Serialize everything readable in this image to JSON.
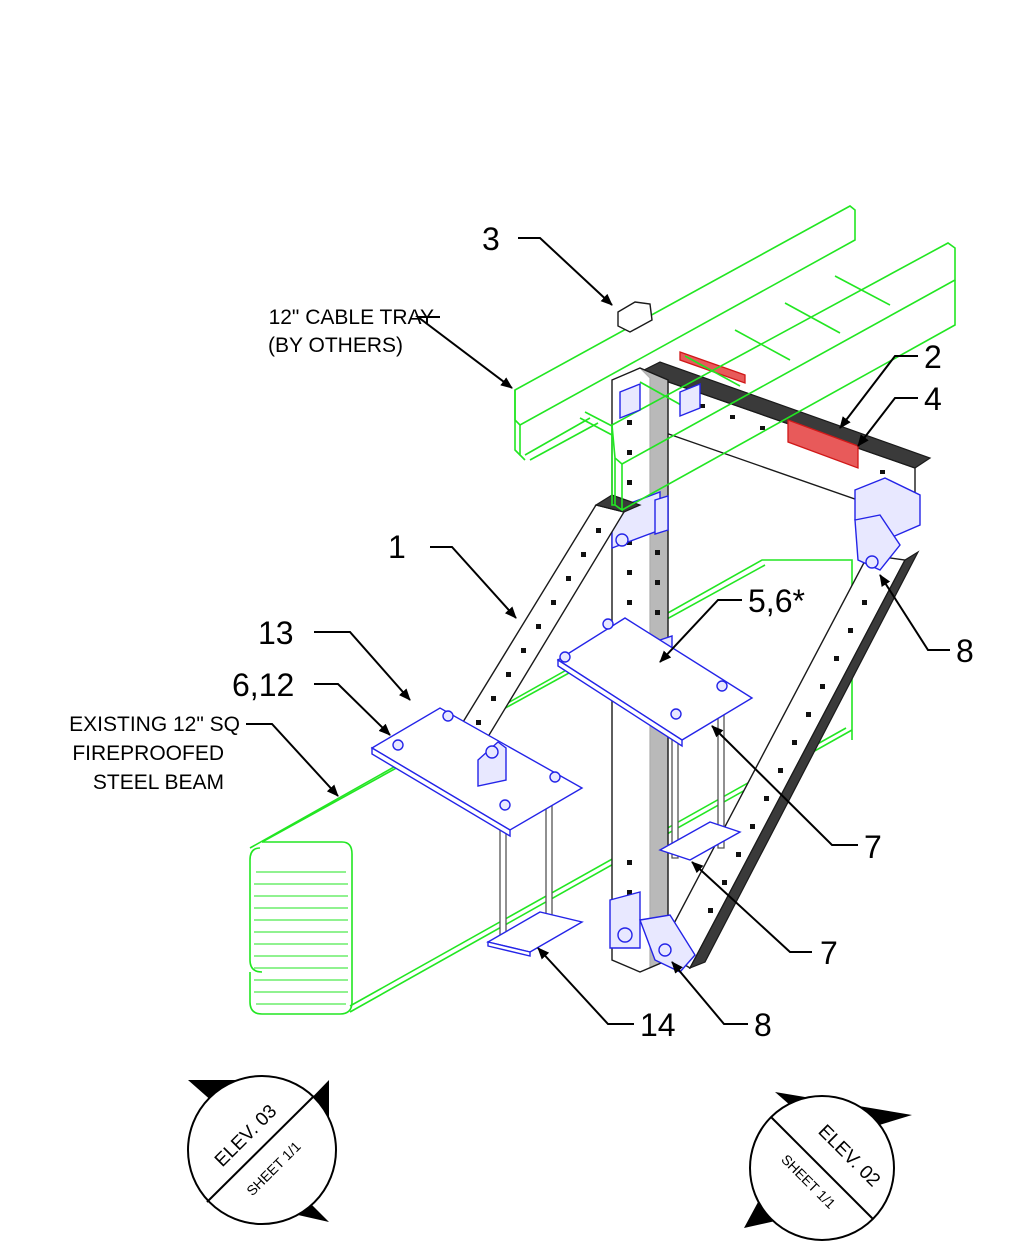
{
  "callouts": {
    "c1": "1",
    "c2": "2",
    "c3": "3",
    "c4": "4",
    "c5_6": "5,6*",
    "c6_12": "6,12",
    "c7a": "7",
    "c7b": "7",
    "c8a": "8",
    "c8b": "8",
    "c13": "13",
    "c14": "14"
  },
  "notes": {
    "cable_tray_line1": "12\" CABLE TRAY",
    "cable_tray_line2": "(BY OTHERS)",
    "beam_line1": "EXISTING 12\" SQ",
    "beam_line2": "FIREPROOFED",
    "beam_line3": "STEEL BEAM"
  },
  "view_tags": {
    "left": {
      "title": "ELEV. 03",
      "sheet": "SHEET 1/1"
    },
    "right": {
      "title": "ELEV. 02",
      "sheet": "SHEET 1/1"
    }
  },
  "colors": {
    "cable_tray": "#22e622",
    "steel_beam": "#22e622",
    "fittings": "#2424e8",
    "highlight": "#d01818",
    "linework": "#000000"
  }
}
